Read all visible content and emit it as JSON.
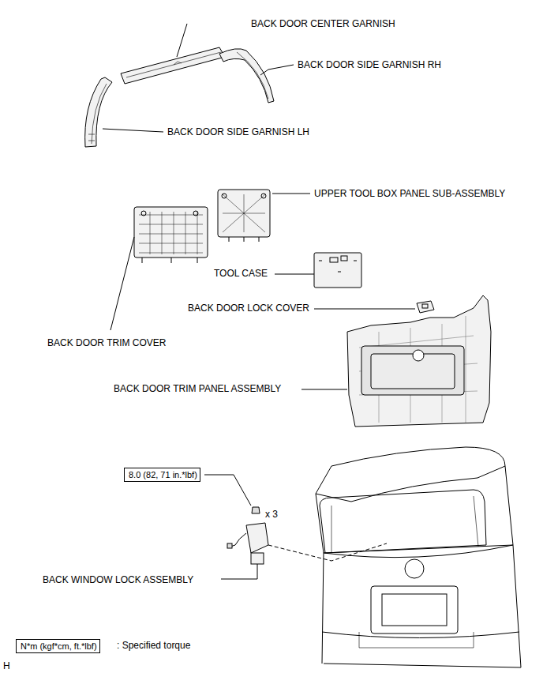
{
  "diagram": {
    "nodes": [
      {
        "text": [
          "8.0 (82, 71 in.*lbf)"
        ]
      },
      {
        "text": [
          "N*m (kgf*cm, ft.*lbf)"
        ]
      }
    ],
    "labels": [
      "BACK DOOR CENTER GARNISH",
      "BACK DOOR SIDE GARNISH RH",
      "BACK DOOR SIDE GARNISH LH",
      "UPPER TOOL BOX PANEL SUB-ASSEMBLY",
      "TOOL CASE",
      "BACK DOOR LOCK COVER",
      "BACK DOOR TRIM COVER",
      "BACK DOOR TRIM PANEL ASSEMBLY",
      "x 3",
      "BACK WINDOW LOCK ASSEMBLY",
      ": Specified torque",
      "H"
    ]
  }
}
